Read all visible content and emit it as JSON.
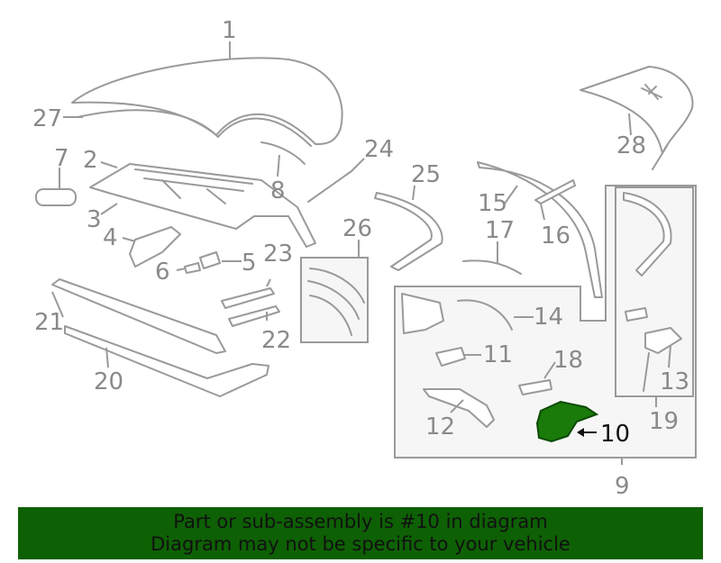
{
  "callouts": {
    "c1": "1",
    "c2": "2",
    "c3": "3",
    "c4": "4",
    "c5": "5",
    "c6": "6",
    "c7": "7",
    "c8": "8",
    "c9": "9",
    "c10": "10",
    "c11": "11",
    "c12": "12",
    "c13": "13",
    "c14": "14",
    "c15": "15",
    "c16": "16",
    "c17": "17",
    "c18": "18",
    "c19": "19",
    "c20": "20",
    "c21": "21",
    "c22": "22",
    "c23": "23",
    "c24": "24",
    "c25": "25",
    "c26": "26",
    "c27": "27",
    "c28": "28"
  },
  "highlight": {
    "part": "10",
    "color": "#1a7a0a"
  },
  "banner": {
    "line1": "Part or sub-assembly is #10 in diagram",
    "line2": "Diagram may not be specific to your vehicle",
    "background": "#0e6004"
  }
}
